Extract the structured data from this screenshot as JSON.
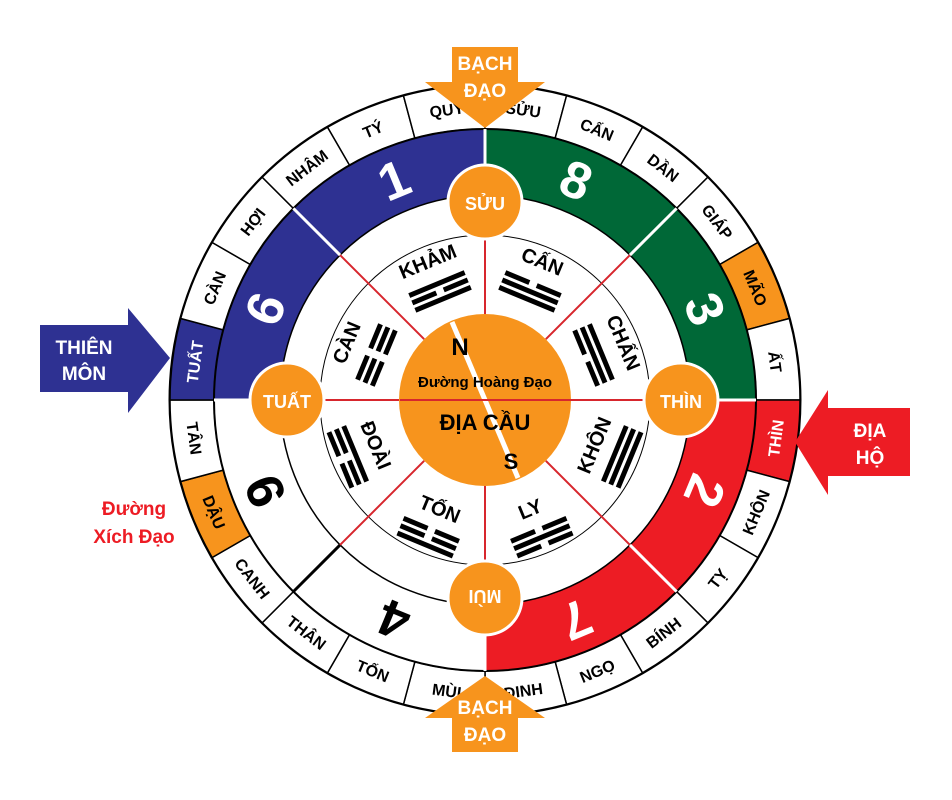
{
  "colors": {
    "orange": "#F7941D",
    "blue": "#2E3192",
    "green": "#006837",
    "red": "#ED1C24",
    "black": "#000000",
    "white": "#FFFFFF",
    "inner_line": "#D7262D"
  },
  "outer_ring": [
    {
      "label": "TÝ"
    },
    {
      "label": "QUÝ"
    },
    {
      "label": "SỬU"
    },
    {
      "label": "CẤN"
    },
    {
      "label": "DẦN"
    },
    {
      "label": "GIÁP"
    },
    {
      "label": "MÃO",
      "highlight": true
    },
    {
      "label": "ẤT"
    },
    {
      "label": "THÌN",
      "highlight": true
    },
    {
      "label": "KHÔN"
    },
    {
      "label": "TỴ"
    },
    {
      "label": "BÍNH"
    },
    {
      "label": "NGỌ"
    },
    {
      "label": "ĐINH"
    },
    {
      "label": "MÙI"
    },
    {
      "label": "TỐN"
    },
    {
      "label": "THÂN"
    },
    {
      "label": "CANH"
    },
    {
      "label": "DẬU",
      "highlight": true
    },
    {
      "label": "TÂN"
    },
    {
      "label": "TUẤT",
      "highlight": true
    },
    {
      "label": "CÀN"
    },
    {
      "label": "HỢI"
    },
    {
      "label": "NHÂM"
    }
  ],
  "quadrant_numbers": [
    {
      "value": "1"
    },
    {
      "value": "8"
    },
    {
      "value": "3"
    },
    {
      "value": "2"
    },
    {
      "value": "7"
    },
    {
      "value": "4"
    },
    {
      "value": "9"
    },
    {
      "value": "6"
    }
  ],
  "trigrams": [
    {
      "label": "KHẢM"
    },
    {
      "label": "CẤN"
    },
    {
      "label": "CHẤN"
    },
    {
      "label": "KHÔN"
    },
    {
      "label": "LY"
    },
    {
      "label": "TỐN"
    },
    {
      "label": "ĐOÀI"
    },
    {
      "label": "CÀN"
    }
  ],
  "cardinal_circles": {
    "top": "SỬU",
    "right": "THÌN",
    "bottom": "MÙI",
    "left": "TUẤT"
  },
  "center": {
    "north": "N",
    "south": "S",
    "path_label": "Đường Hoàng Đạo",
    "title": "ĐỊA CẦU"
  },
  "arrows": {
    "top": {
      "line1": "BẠCH",
      "line2": "ĐẠO"
    },
    "bottom": {
      "line1": "BẠCH",
      "line2": "ĐẠO"
    },
    "left": {
      "line1": "THIÊN",
      "line2": "MÔN"
    },
    "right": {
      "line1": "ĐỊA",
      "line2": "HỘ"
    }
  },
  "equator_label": {
    "line1": "Đường",
    "line2": "Xích Đạo"
  }
}
